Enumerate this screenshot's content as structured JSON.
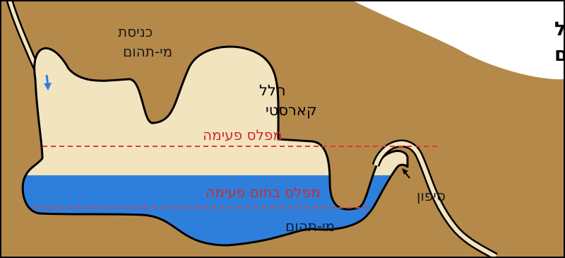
{
  "title": {
    "line1": "תרשים של",
    "line2": "מעיין פועם"
  },
  "labels": {
    "inflow_line1": "כניסת",
    "inflow_line2": "מי-תהום",
    "karst_line1": "חלל",
    "karst_line2": "קארסטי",
    "overflow_level": "מפלס פעימה",
    "end_level": "מפלס בתום פעימה",
    "groundwater": "מי-תהום",
    "siphon": "סיפון"
  },
  "colors": {
    "rock": "#b5894a",
    "cavity": "#f2e4bf",
    "water": "#2e7fdc",
    "outline": "#000000",
    "level_line": "#e03a3a",
    "arrow": "#2e7fdc"
  }
}
